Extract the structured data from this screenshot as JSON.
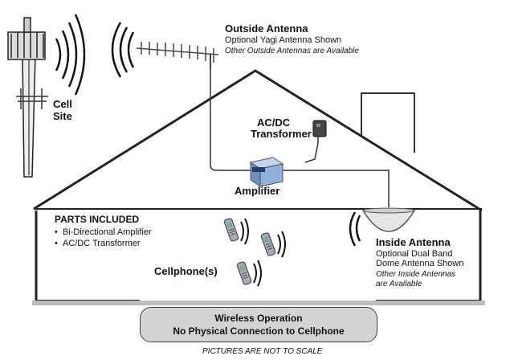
{
  "labels": {
    "outside_antenna_title": "Outside Antenna",
    "outside_antenna_sub": "Optional Yagi Antenna Shown",
    "outside_antenna_note": "Other Outside Antennas are Available",
    "cell_site_line1": "Cell",
    "cell_site_line2": "Site",
    "acdc_line1": "AC/DC",
    "acdc_line2": "Transformer",
    "amplifier": "Amplifier",
    "parts_title": "PARTS INCLUDED",
    "parts_items": [
      "Bi-Directional Amplifier",
      "AC/DC Transformer"
    ],
    "cellphones": "Cellphone(s)",
    "inside_antenna_title": "Inside Antenna",
    "inside_antenna_sub1": "Optional Dual Band",
    "inside_antenna_sub2": "Dome Antenna Shown",
    "inside_antenna_note1": "Other Inside Antennas",
    "inside_antenna_note2": "are Available",
    "wireless_line1": "Wireless Operation",
    "wireless_line2": "No Physical Connection to Cellphone",
    "footer": "PICTURES ARE NOT TO SCALE"
  },
  "icons": [
    "cell-tower-icon",
    "yagi-antenna-icon",
    "transformer-icon",
    "amplifier-icon",
    "dome-antenna-icon",
    "cellphone-icon",
    "signal-waves-icon"
  ],
  "colors": {
    "house_outline": "#222222",
    "amplifier": "#8fb0d8",
    "box_fill": "#d4d4d4"
  }
}
